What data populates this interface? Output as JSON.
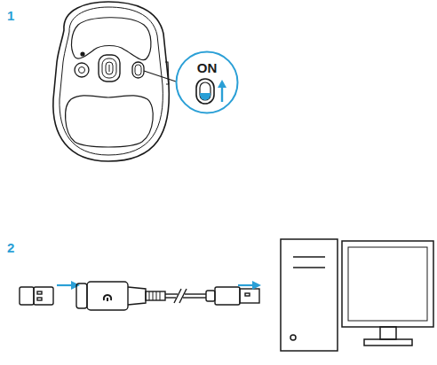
{
  "diagram": {
    "nodes": [
      {
        "text": [
          "ON"
        ]
      }
    ],
    "labels": [
      "1",
      "2"
    ]
  }
}
